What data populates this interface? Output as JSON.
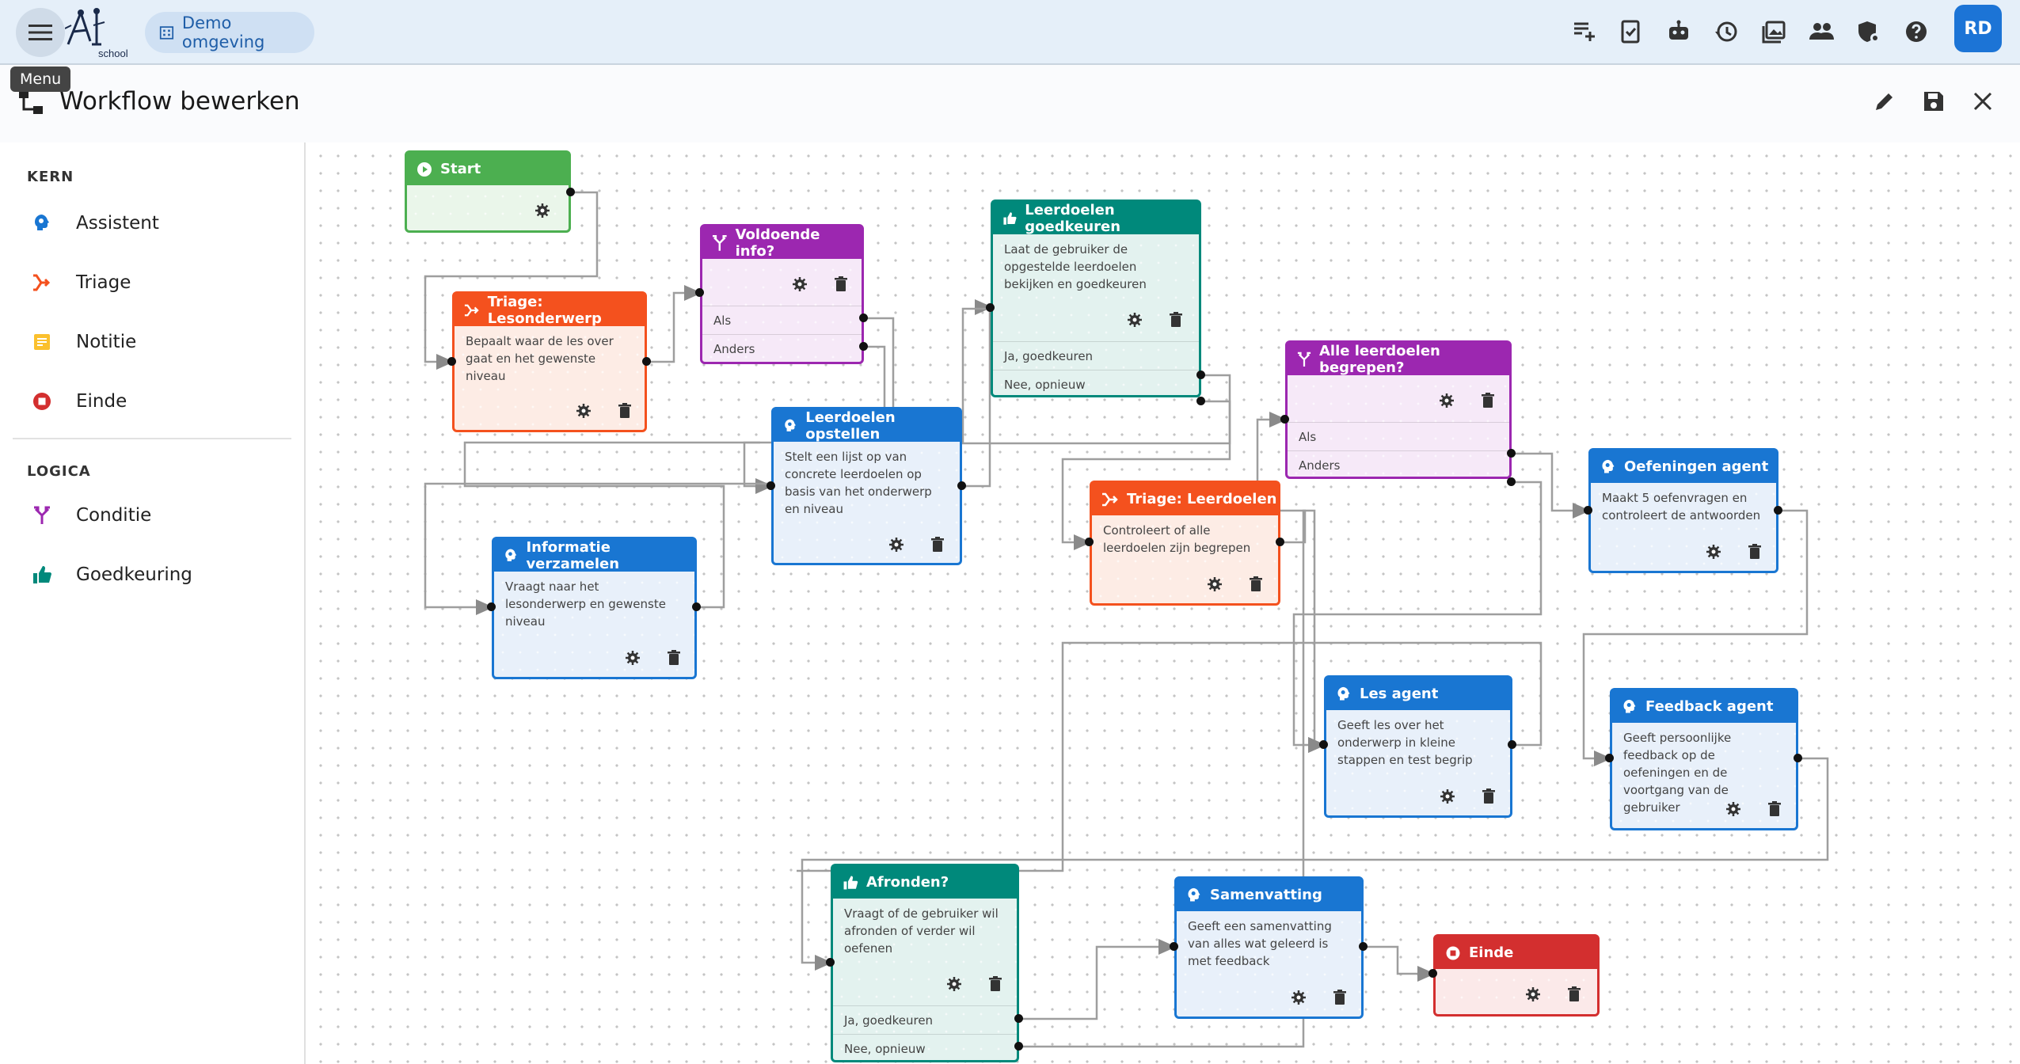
{
  "topbar": {
    "menu_tooltip": "Menu",
    "logo_text": "school",
    "workspace_label": "Demo omgeving",
    "avatar_initials": "RD",
    "icons": [
      "note-add-icon",
      "assignment-icon",
      "robot-icon",
      "history-icon",
      "images-icon",
      "people-icon",
      "admin-shield-icon",
      "help-icon"
    ]
  },
  "page": {
    "title": "Workflow bewerken"
  },
  "sidebar": {
    "sections": [
      {
        "heading": "KERN",
        "items": [
          {
            "label": "Assistent",
            "icon": "assistant-icon"
          },
          {
            "label": "Triage",
            "icon": "triage-icon"
          },
          {
            "label": "Notitie",
            "icon": "note-icon"
          },
          {
            "label": "Einde",
            "icon": "stop-icon"
          }
        ]
      },
      {
        "heading": "LOGICA",
        "items": [
          {
            "label": "Conditie",
            "icon": "fork-icon"
          },
          {
            "label": "Goedkeuring",
            "icon": "thumb-up-icon"
          }
        ]
      }
    ]
  },
  "colors": {
    "start": "#4caf50",
    "triage": "#f4511e",
    "condition": "#9c27b0",
    "approval": "#00897b",
    "agent": "#1976d2",
    "end": "#d32f2f"
  },
  "nodes": [
    {
      "id": "start",
      "type": "start",
      "title": "Start",
      "description": ""
    },
    {
      "id": "triage1",
      "type": "triage",
      "title": "Triage: Lesonderwerp",
      "description": "Bepaalt waar de les over gaat en het gewenste niveau"
    },
    {
      "id": "cond1",
      "type": "condition",
      "title": "Voldoende info?",
      "description": "",
      "options": [
        "Als",
        "Anders"
      ]
    },
    {
      "id": "info",
      "type": "agent",
      "title": "Informatie verzamelen",
      "description": "Vraagt naar het lesonderwerp en gewenste niveau"
    },
    {
      "id": "opstellen",
      "type": "agent",
      "title": "Leerdoelen opstellen",
      "description": "Stelt een lijst op van concrete leerdoelen op basis van het onderwerp en niveau"
    },
    {
      "id": "approve1",
      "type": "approval",
      "title": "Leerdoelen goedkeuren",
      "description": "Laat de gebruiker de opgestelde leerdoelen bekijken en goedkeuren",
      "options": [
        "Ja, goedkeuren",
        "Nee, opnieuw"
      ]
    },
    {
      "id": "triage2",
      "type": "triage",
      "title": "Triage: Leerdoelen",
      "description": "Controleert of alle leerdoelen zijn begrepen"
    },
    {
      "id": "cond2",
      "type": "condition",
      "title": "Alle leerdoelen begrepen?",
      "description": "",
      "options": [
        "Als",
        "Anders"
      ]
    },
    {
      "id": "oefeningen",
      "type": "agent",
      "title": "Oefeningen agent",
      "description": "Maakt 5 oefenvragen en controleert de antwoorden"
    },
    {
      "id": "les",
      "type": "agent",
      "title": "Les agent",
      "description": "Geeft les over het onderwerp in kleine stappen en test begrip"
    },
    {
      "id": "feedback",
      "type": "agent",
      "title": "Feedback agent",
      "description": "Geeft persoonlijke feedback op de oefeningen en de voortgang van de gebruiker"
    },
    {
      "id": "afronden",
      "type": "approval",
      "title": "Afronden?",
      "description": "Vraagt of de gebruiker wil afronden of verder wil oefenen",
      "options": [
        "Ja, goedkeuren",
        "Nee, opnieuw"
      ]
    },
    {
      "id": "samenvatting",
      "type": "agent",
      "title": "Samenvatting",
      "description": "Geeft een samenvatting van alles wat geleerd is met feedback"
    },
    {
      "id": "einde",
      "type": "end",
      "title": "Einde",
      "description": ""
    }
  ]
}
